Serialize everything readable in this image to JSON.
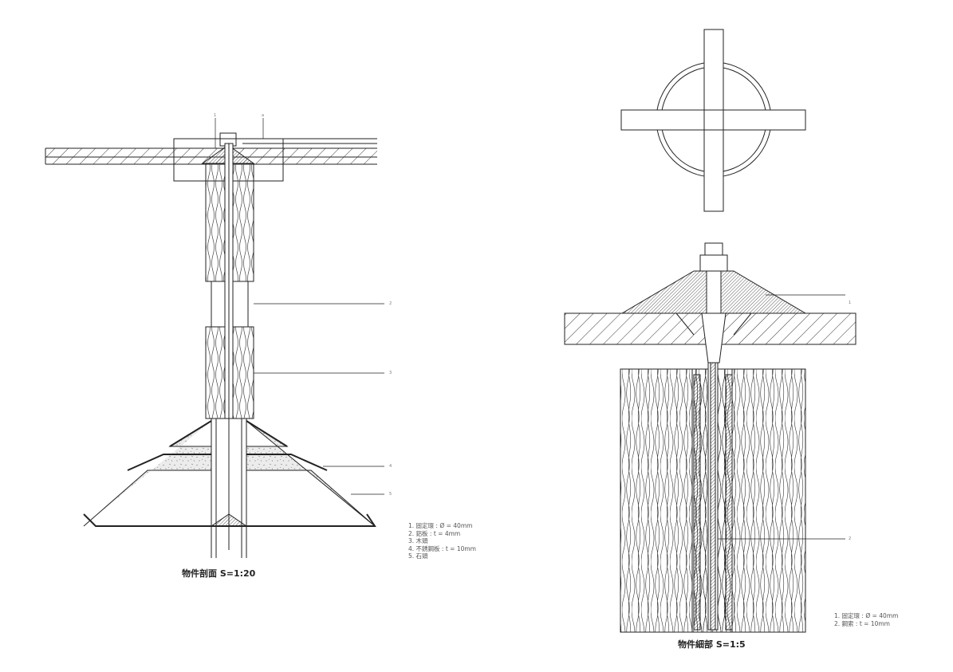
{
  "section": {
    "title": "物件剖面 S=1:20",
    "callouts": [
      "1",
      "a",
      "2",
      "3",
      "4",
      "5"
    ],
    "legend": [
      "1. 固定環 : Ø = 40mm",
      "2. 鋁板 : t = 4mm",
      "3. 木頭",
      "4. 不銹鋼板 : t = 10mm",
      "5. 石頭"
    ]
  },
  "detail": {
    "title": "物件細部 S=1:5",
    "callouts": [
      "1",
      "2"
    ],
    "legend": [
      "1. 固定環 : Ø = 40mm",
      "2. 鋼索 : t = 10mm"
    ]
  }
}
